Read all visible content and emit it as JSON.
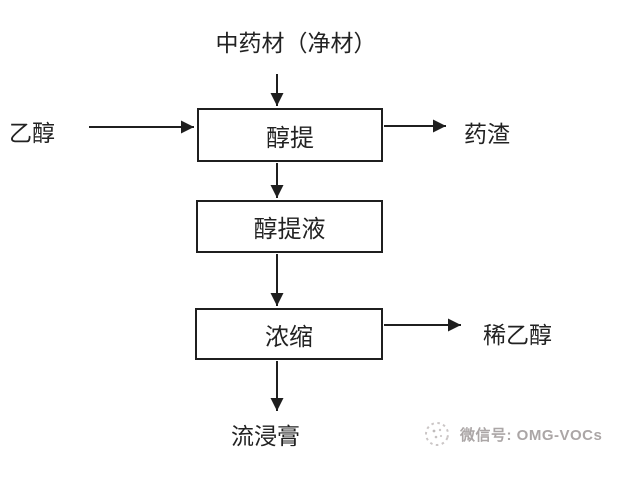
{
  "diagram": {
    "type": "flowchart",
    "description": "Traditional Chinese medicine ethanol-extraction process flow",
    "nodes": {
      "source": {
        "label": "中药材（净材）"
      },
      "ethanol": {
        "label": "乙醇"
      },
      "extract": {
        "label": "醇提"
      },
      "residue": {
        "label": "药渣"
      },
      "extract_liquid": {
        "label": "醇提液"
      },
      "concentrate": {
        "label": "浓缩"
      },
      "dilute_ethanol": {
        "label": "稀乙醇"
      },
      "fluid_extract": {
        "label": "流浸膏"
      }
    },
    "edges": [
      {
        "from": "source",
        "to": "extract",
        "direction": "down"
      },
      {
        "from": "ethanol",
        "to": "extract",
        "direction": "right"
      },
      {
        "from": "extract",
        "to": "residue",
        "direction": "right"
      },
      {
        "from": "extract",
        "to": "extract_liquid",
        "direction": "down"
      },
      {
        "from": "extract_liquid",
        "to": "concentrate",
        "direction": "down"
      },
      {
        "from": "concentrate",
        "to": "dilute_ethanol",
        "direction": "right"
      },
      {
        "from": "concentrate",
        "to": "fluid_extract",
        "direction": "down"
      }
    ],
    "colors": {
      "line": "#1f1f1f",
      "text": "#222222",
      "background": "#ffffff",
      "watermark_text": "#aba6a6"
    }
  },
  "watermark": {
    "icon": "stippled-logo-icon",
    "label": "微信号: OMG-VOCs"
  }
}
